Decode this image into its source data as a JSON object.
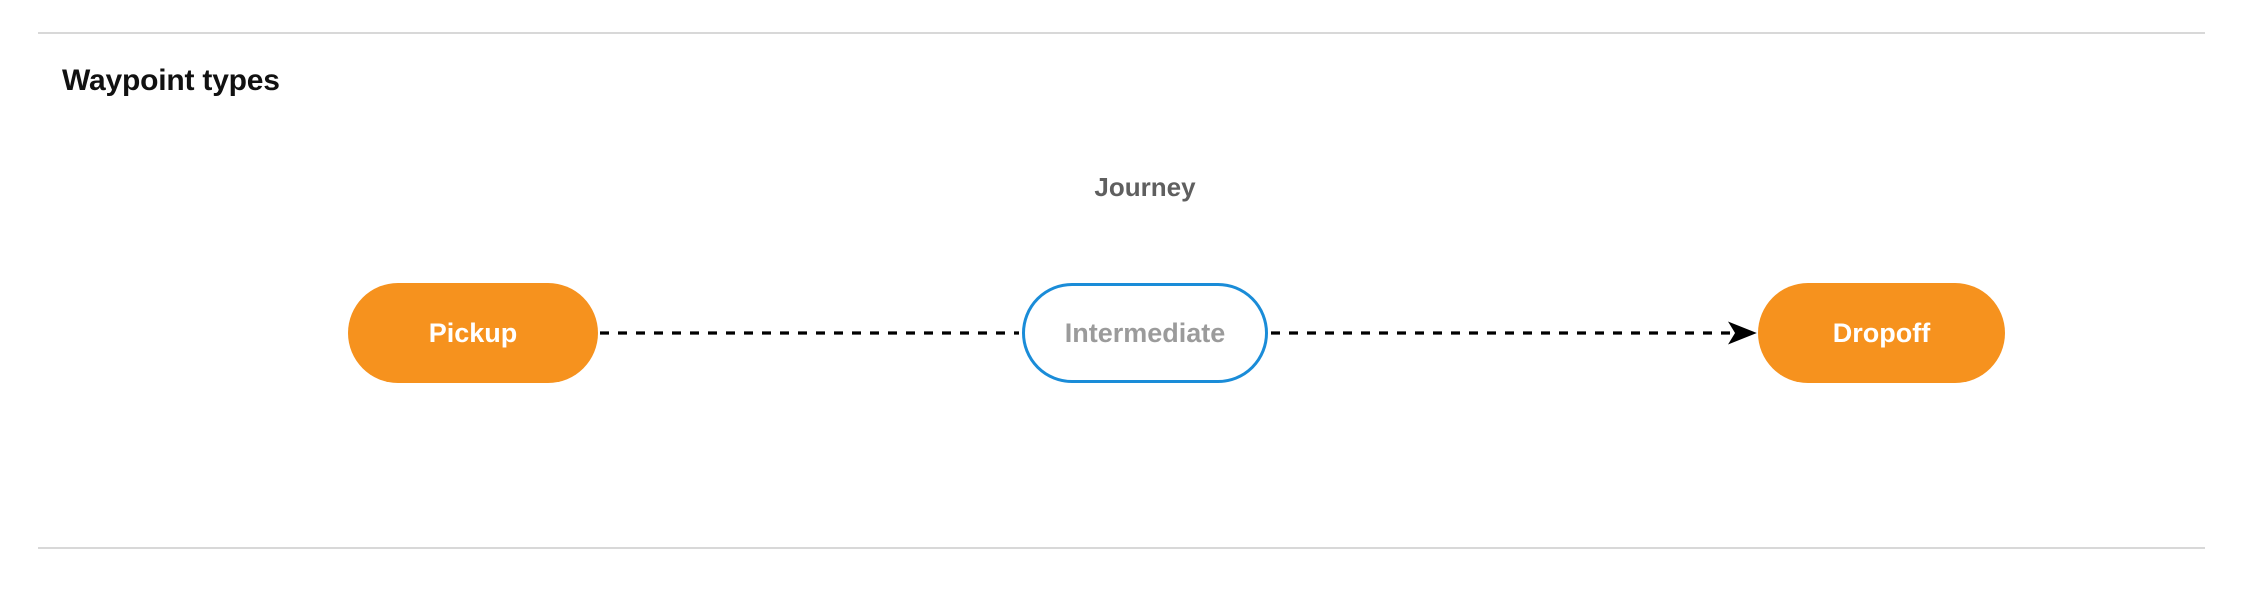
{
  "section": {
    "title": "Waypoint types"
  },
  "diagram": {
    "group_label": "Journey",
    "nodes": [
      {
        "id": "pickup",
        "label": "Pickup",
        "style": "filled",
        "fill": "#F6921E",
        "text_color": "#FFFFFF"
      },
      {
        "id": "intermediate",
        "label": "Intermediate",
        "style": "outlined",
        "fill": "#FFFFFF",
        "border_color": "#1A8CD8",
        "text_color": "#9B9B9B"
      },
      {
        "id": "dropoff",
        "label": "Dropoff",
        "style": "filled",
        "fill": "#F6921E",
        "text_color": "#FFFFFF"
      }
    ],
    "edges": [
      {
        "from": "pickup",
        "to": "intermediate",
        "line": "dashed",
        "color": "#000000",
        "arrowhead": false
      },
      {
        "from": "intermediate",
        "to": "dropoff",
        "line": "dashed",
        "color": "#000000",
        "arrowhead": true
      }
    ]
  },
  "colors": {
    "divider": "#D8D8D8",
    "title": "#111111",
    "group_label": "#5F5F5F",
    "accent_orange": "#F6921E",
    "accent_blue": "#1A8CD8"
  }
}
